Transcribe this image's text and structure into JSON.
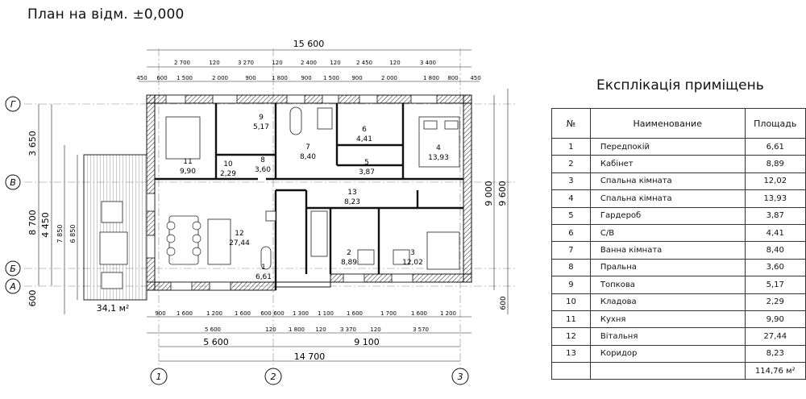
{
  "title": "План на відм. ±0,000",
  "explication": {
    "title": "Експлікація приміщень",
    "headers": [
      "№",
      "Наименование",
      "Площадь"
    ],
    "rows": [
      {
        "no": "1",
        "name": "Передпокій",
        "area": "6,61"
      },
      {
        "no": "2",
        "name": "Кабінет",
        "area": "8,89"
      },
      {
        "no": "3",
        "name": "Спальна кімната",
        "area": "12,02"
      },
      {
        "no": "4",
        "name": "Спальна кімната",
        "area": "13,93"
      },
      {
        "no": "5",
        "name": "Гардероб",
        "area": "3,87"
      },
      {
        "no": "6",
        "name": "С/В",
        "area": "4,41"
      },
      {
        "no": "7",
        "name": "Ванна кімната",
        "area": "8,40"
      },
      {
        "no": "8",
        "name": "Пральна",
        "area": "3,60"
      },
      {
        "no": "9",
        "name": "Топкова",
        "area": "5,17"
      },
      {
        "no": "10",
        "name": "Кладова",
        "area": "2,29"
      },
      {
        "no": "11",
        "name": "Кухня",
        "area": "9,90"
      },
      {
        "no": "12",
        "name": "Вітальня",
        "area": "27,44"
      },
      {
        "no": "13",
        "name": "Коридор",
        "area": "8,23"
      }
    ],
    "total": "114,76 м²"
  },
  "plan": {
    "axes_letters": [
      "Г",
      "В",
      "Б",
      "А"
    ],
    "axes_numbers": [
      "1",
      "2",
      "3"
    ],
    "terrace_area": "34,1 м²",
    "dims_top_overall": "15 600",
    "dims_top_row1": [
      "2 700",
      "120",
      "3 270",
      "120",
      "2 400",
      "120",
      "2 450",
      "120",
      "3 400"
    ],
    "dims_top_row2": [
      "450",
      "600",
      "1 500",
      "2 000",
      "900",
      "1 800",
      "900",
      "1 500",
      "900",
      "2 000",
      "1 800",
      "800",
      "450"
    ],
    "dims_bottom_row1": [
      "900",
      "1 600",
      "1 200",
      "1 600",
      "600",
      "600",
      "1 300",
      "1 100",
      "1 600",
      "1 700",
      "1 600",
      "1 200"
    ],
    "dims_bottom_row2": [
      "5 600",
      "120",
      "1 800",
      "120",
      "3 370",
      "120",
      "3 570"
    ],
    "dims_bottom_axes": [
      "5 600",
      "9 100"
    ],
    "dims_bottom_overall": "14 700",
    "dims_left": [
      "3 650",
      "8 700",
      "4 450",
      "600",
      "7 850",
      "6 850"
    ],
    "dims_right": [
      "9 000",
      "9 600",
      "600"
    ],
    "rooms": [
      {
        "no": "1",
        "area": "6,61"
      },
      {
        "no": "2",
        "area": "8,89"
      },
      {
        "no": "3",
        "area": "12,02"
      },
      {
        "no": "4",
        "area": "13,93"
      },
      {
        "no": "5",
        "area": "3,87"
      },
      {
        "no": "6",
        "area": "4,41"
      },
      {
        "no": "7",
        "area": "8,40"
      },
      {
        "no": "8",
        "area": "3,60"
      },
      {
        "no": "9",
        "area": "5,17"
      },
      {
        "no": "10",
        "area": "2,29"
      },
      {
        "no": "11",
        "area": "9,90"
      },
      {
        "no": "12",
        "area": "27,44"
      },
      {
        "no": "13",
        "area": "8,23"
      }
    ]
  }
}
